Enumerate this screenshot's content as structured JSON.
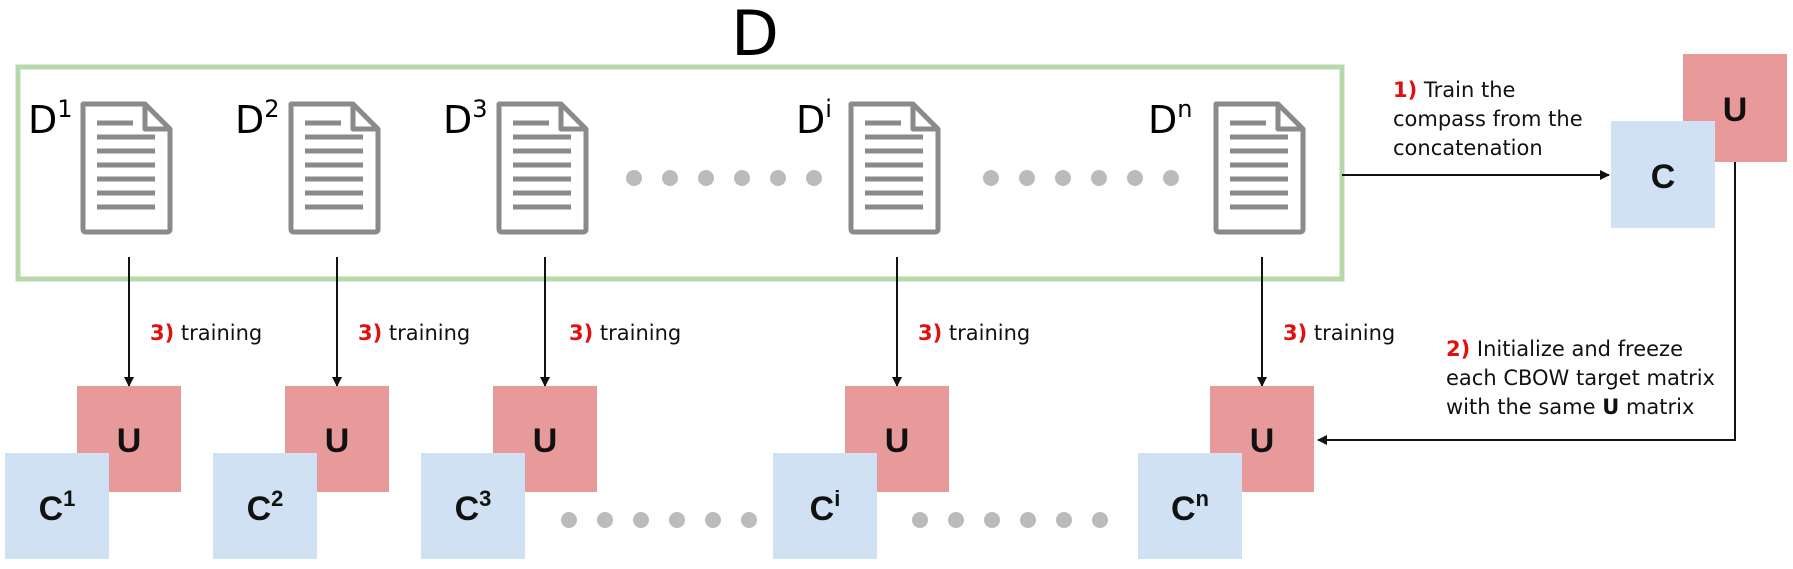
{
  "title": "D",
  "colors": {
    "box_border": "#b7d8a8",
    "u_matrix": "#e89a9a",
    "c_matrix": "#cfe1f2",
    "doc_icon": "#8a8a8a",
    "dots": "#bbbbbb",
    "step_number": "#e01010"
  },
  "documents": [
    {
      "base": "D",
      "sup": "1",
      "icon": "document-icon"
    },
    {
      "base": "D",
      "sup": "2",
      "icon": "document-icon"
    },
    {
      "base": "D",
      "sup": "3",
      "icon": "document-icon"
    },
    {
      "base": "D",
      "sup": "i",
      "icon": "document-icon"
    },
    {
      "base": "D",
      "sup": "n",
      "icon": "document-icon"
    }
  ],
  "steps": {
    "step1": {
      "num": "1)",
      "lines": [
        "Train the",
        "compass from the",
        "concatenation"
      ]
    },
    "step2": {
      "num": "2)",
      "line1": "Initialize and freeze",
      "line2": "each CBOW target matrix",
      "line3_prefix": "with the same ",
      "line3_bold": "U",
      "line3_suffix": " matrix"
    },
    "step3": {
      "num": "3)",
      "text": "training"
    }
  },
  "compass": {
    "u": "U",
    "c": "C"
  },
  "models": [
    {
      "u": "U",
      "c": "C",
      "c_sup": "1"
    },
    {
      "u": "U",
      "c": "C",
      "c_sup": "2"
    },
    {
      "u": "U",
      "c": "C",
      "c_sup": "3"
    },
    {
      "u": "U",
      "c": "C",
      "c_sup": "i"
    },
    {
      "u": "U",
      "c": "C",
      "c_sup": "n"
    }
  ]
}
